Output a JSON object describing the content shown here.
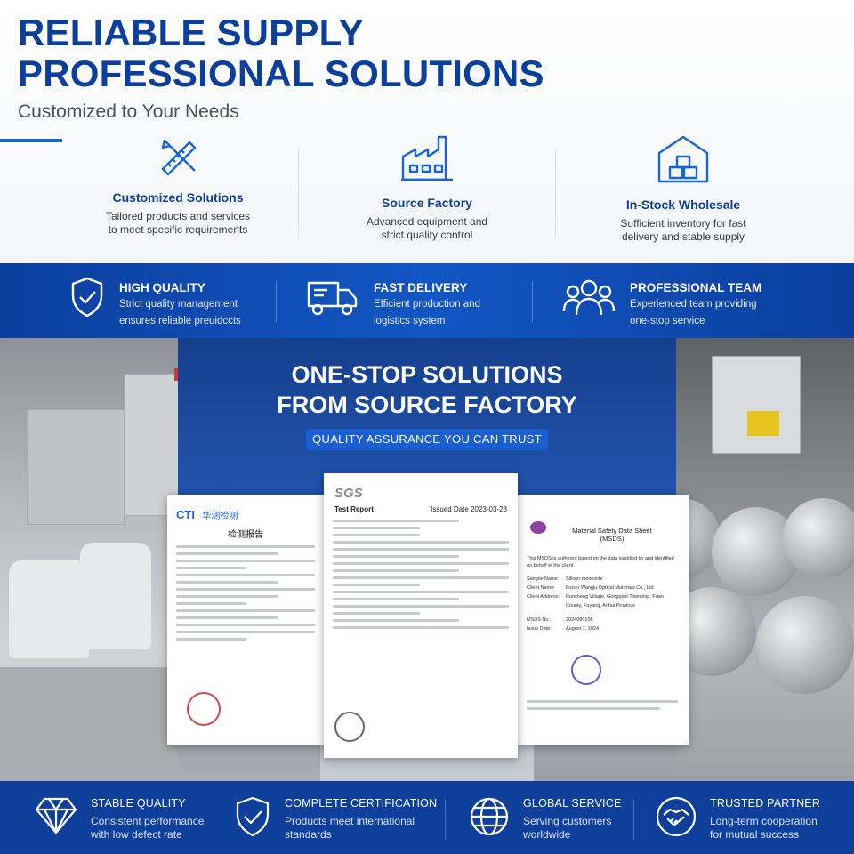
{
  "header": {
    "title_line1": "RELIABLE SUPPLY",
    "title_line2": "PROFESSIONAL SOLUTIONS",
    "subtitle": "Customized to Your Needs"
  },
  "features": [
    {
      "icon": "ruler-pencil-icon",
      "title": "Customized Solutions",
      "desc1": "Tailored products and services",
      "desc2": "to meet specific requirements"
    },
    {
      "icon": "factory-icon",
      "title": "Source Factory",
      "desc1": "Advanced equipment and",
      "desc2": "strict quality control"
    },
    {
      "icon": "warehouse-icon",
      "title": "In-Stock Wholesale",
      "desc1": "Sufficient inventory for fast",
      "desc2": "delivery and stable supply"
    }
  ],
  "strip": [
    {
      "icon": "shield-check-icon",
      "title": "HIGH QUALITY",
      "desc1": "Strict quality management",
      "desc2": "ensures reliable preuidccts"
    },
    {
      "icon": "truck-icon",
      "title": "FAST DELIVERY",
      "desc1": "Efficient production and",
      "desc2": "logistics system"
    },
    {
      "icon": "team-icon",
      "title": "PROFESSIONAL TEAM",
      "desc1": "Experienced team providing",
      "desc2": "one-stop service"
    }
  ],
  "middle": {
    "title_line1": "ONE-STOP SOLUTIONS",
    "title_line2": "FROM SOURCE FACTORY",
    "pill": "QUALITY ASSURANCE YOU CAN TRUST"
  },
  "certificates": {
    "cti": {
      "logo": "CTI",
      "logo_cn": "华测检测",
      "title": "检测报告"
    },
    "sgs": {
      "logo": "SGS",
      "heading": "Test Report",
      "issued_label": "Issued Date",
      "issued": "2023-03-23"
    },
    "msds": {
      "title": "Material Safety Data Sheet",
      "subtitle": "(MSDS)",
      "intro": "This MSDS is authored based on the data supplied by and identified on behalf of the client.",
      "sample_label": "Sample Name:",
      "sample": "Silicon monoxide",
      "client_label": "Client Name:",
      "client": "Fuzan Wangju Optical Materials Co., Ltd",
      "address_label": "Client Address:",
      "address": "Runcheng Village, Gongqiao Township, Fuan County, Fuyang, Anhui Province",
      "msds_no_label": "MSDS No.:",
      "msds_no": "2024080106",
      "issue_label": "Issue Date:",
      "issue": "August 7, 2024"
    }
  },
  "footer": [
    {
      "icon": "diamond-icon",
      "title": "STABLE QUALITY",
      "desc1": "Consistent performance",
      "desc2": "with low defect rate"
    },
    {
      "icon": "shield-check-icon",
      "title": "COMPLETE CERTIFICATION",
      "desc1": "Products meet international",
      "desc2": "standards"
    },
    {
      "icon": "globe-icon",
      "title": "GLOBAL SERVICE",
      "desc1": "Serving customers",
      "desc2": "worldwide"
    },
    {
      "icon": "handshake-icon",
      "title": "TRUSTED PARTNER",
      "desc1": "Long-term cooperation",
      "desc2": "for mutual success"
    }
  ],
  "colors": {
    "brand_blue": "#0b3f9e",
    "accent_blue": "#1765d6"
  }
}
